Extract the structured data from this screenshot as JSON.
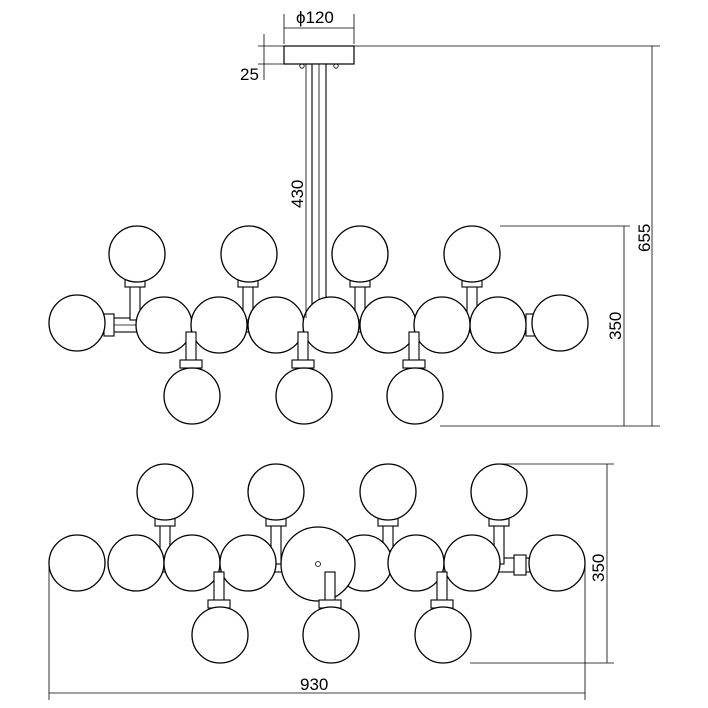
{
  "dimensions": {
    "canopy_diameter": "ϕ120",
    "canopy_height": "25",
    "rod_length": "430",
    "body_height": "350",
    "total_height": "655",
    "top_view_depth": "350",
    "total_width": "930"
  }
}
